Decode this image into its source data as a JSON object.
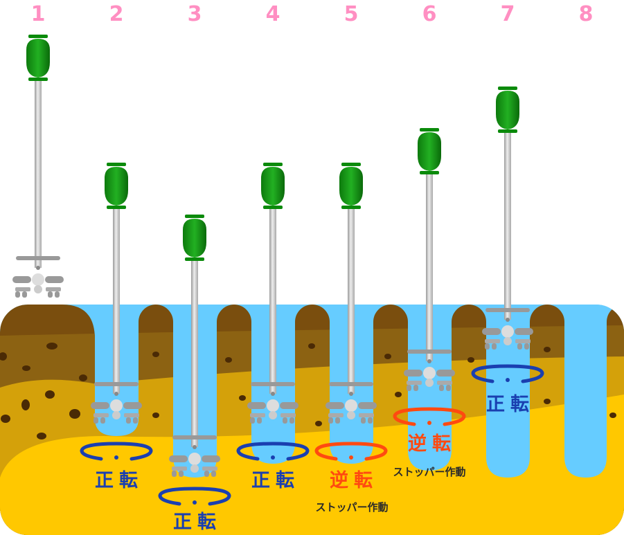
{
  "steps": [
    "1",
    "2",
    "3",
    "4",
    "5",
    "6",
    "7",
    "8"
  ],
  "labels": {
    "forward": "正転",
    "reverse": "逆転",
    "stopper": "ストッパー作動"
  },
  "colors": {
    "water": "#66ccff",
    "soil_dark": "#7a4e0e",
    "soil_mid": "#8c6212",
    "soil_gold": "#d4a10a",
    "soil_yellow": "#ffc800",
    "motor": "#1a9a1a",
    "forward": "#1a3fb0",
    "reverse": "#ff4a10",
    "step_number": "#ff8fc2"
  }
}
